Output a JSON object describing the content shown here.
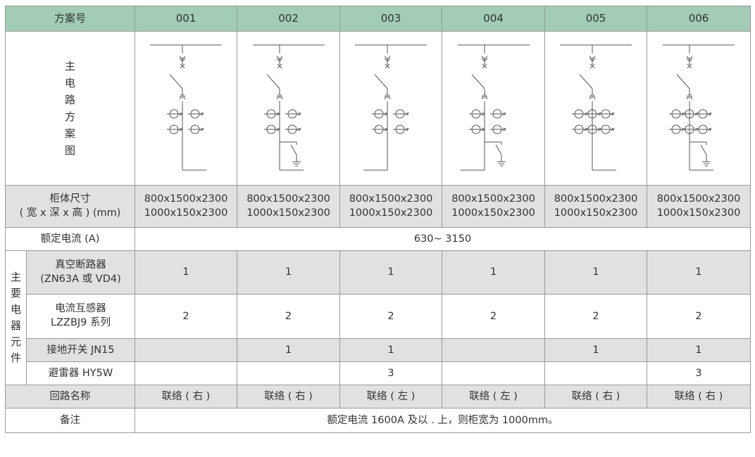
{
  "header": {
    "label": "方案号",
    "schemes": [
      "001",
      "002",
      "003",
      "004",
      "005",
      "006"
    ]
  },
  "diagram_row": {
    "label_chars": [
      "主",
      "电",
      "路",
      "方",
      "案",
      "图"
    ]
  },
  "size_row": {
    "label_line1": "柜体尺寸",
    "label_line2": "( 宽 x 深 x 高 ) (mm)",
    "line1": "800x1500x2300",
    "line2": "1000x150x2300"
  },
  "current_row": {
    "label": "额定电流 (A)",
    "value": "630~ 3150"
  },
  "components": {
    "group_chars": [
      "主",
      "要",
      "电",
      "器",
      "元",
      "件"
    ],
    "breaker": {
      "label_line1": "真空断路器",
      "label_line2": "(ZN63A 或 VD4)",
      "values": [
        "1",
        "1",
        "1",
        "1",
        "1",
        "1"
      ]
    },
    "ct": {
      "label_line1": "电流互感器",
      "label_line2": "LZZBJ9 系列",
      "values": [
        "2",
        "2",
        "2",
        "2",
        "2",
        "2"
      ]
    },
    "earth_switch": {
      "label": "接地开关 JN15",
      "values": [
        "",
        "1",
        "1",
        "",
        "1",
        "1"
      ]
    },
    "arrester": {
      "label": "避雷器 HY5W",
      "values": [
        "",
        "",
        "3",
        "",
        "",
        "3"
      ]
    }
  },
  "loop_row": {
    "label": "回路名称",
    "values": [
      "联络 ( 右 )",
      "联络 ( 右 )",
      "联络 ( 左 )",
      "联络 ( 左 )",
      "联络 ( 右 )",
      "联络 ( 右 )"
    ]
  },
  "remark_row": {
    "label": "备注",
    "value": "额定电流 1600A 及以 . 上，则柜宽为 1000mm。"
  },
  "colors": {
    "header_bg": "#a2ccb5",
    "grey_row_bg": "#e1e1e1",
    "border": "#9a9a9a"
  }
}
